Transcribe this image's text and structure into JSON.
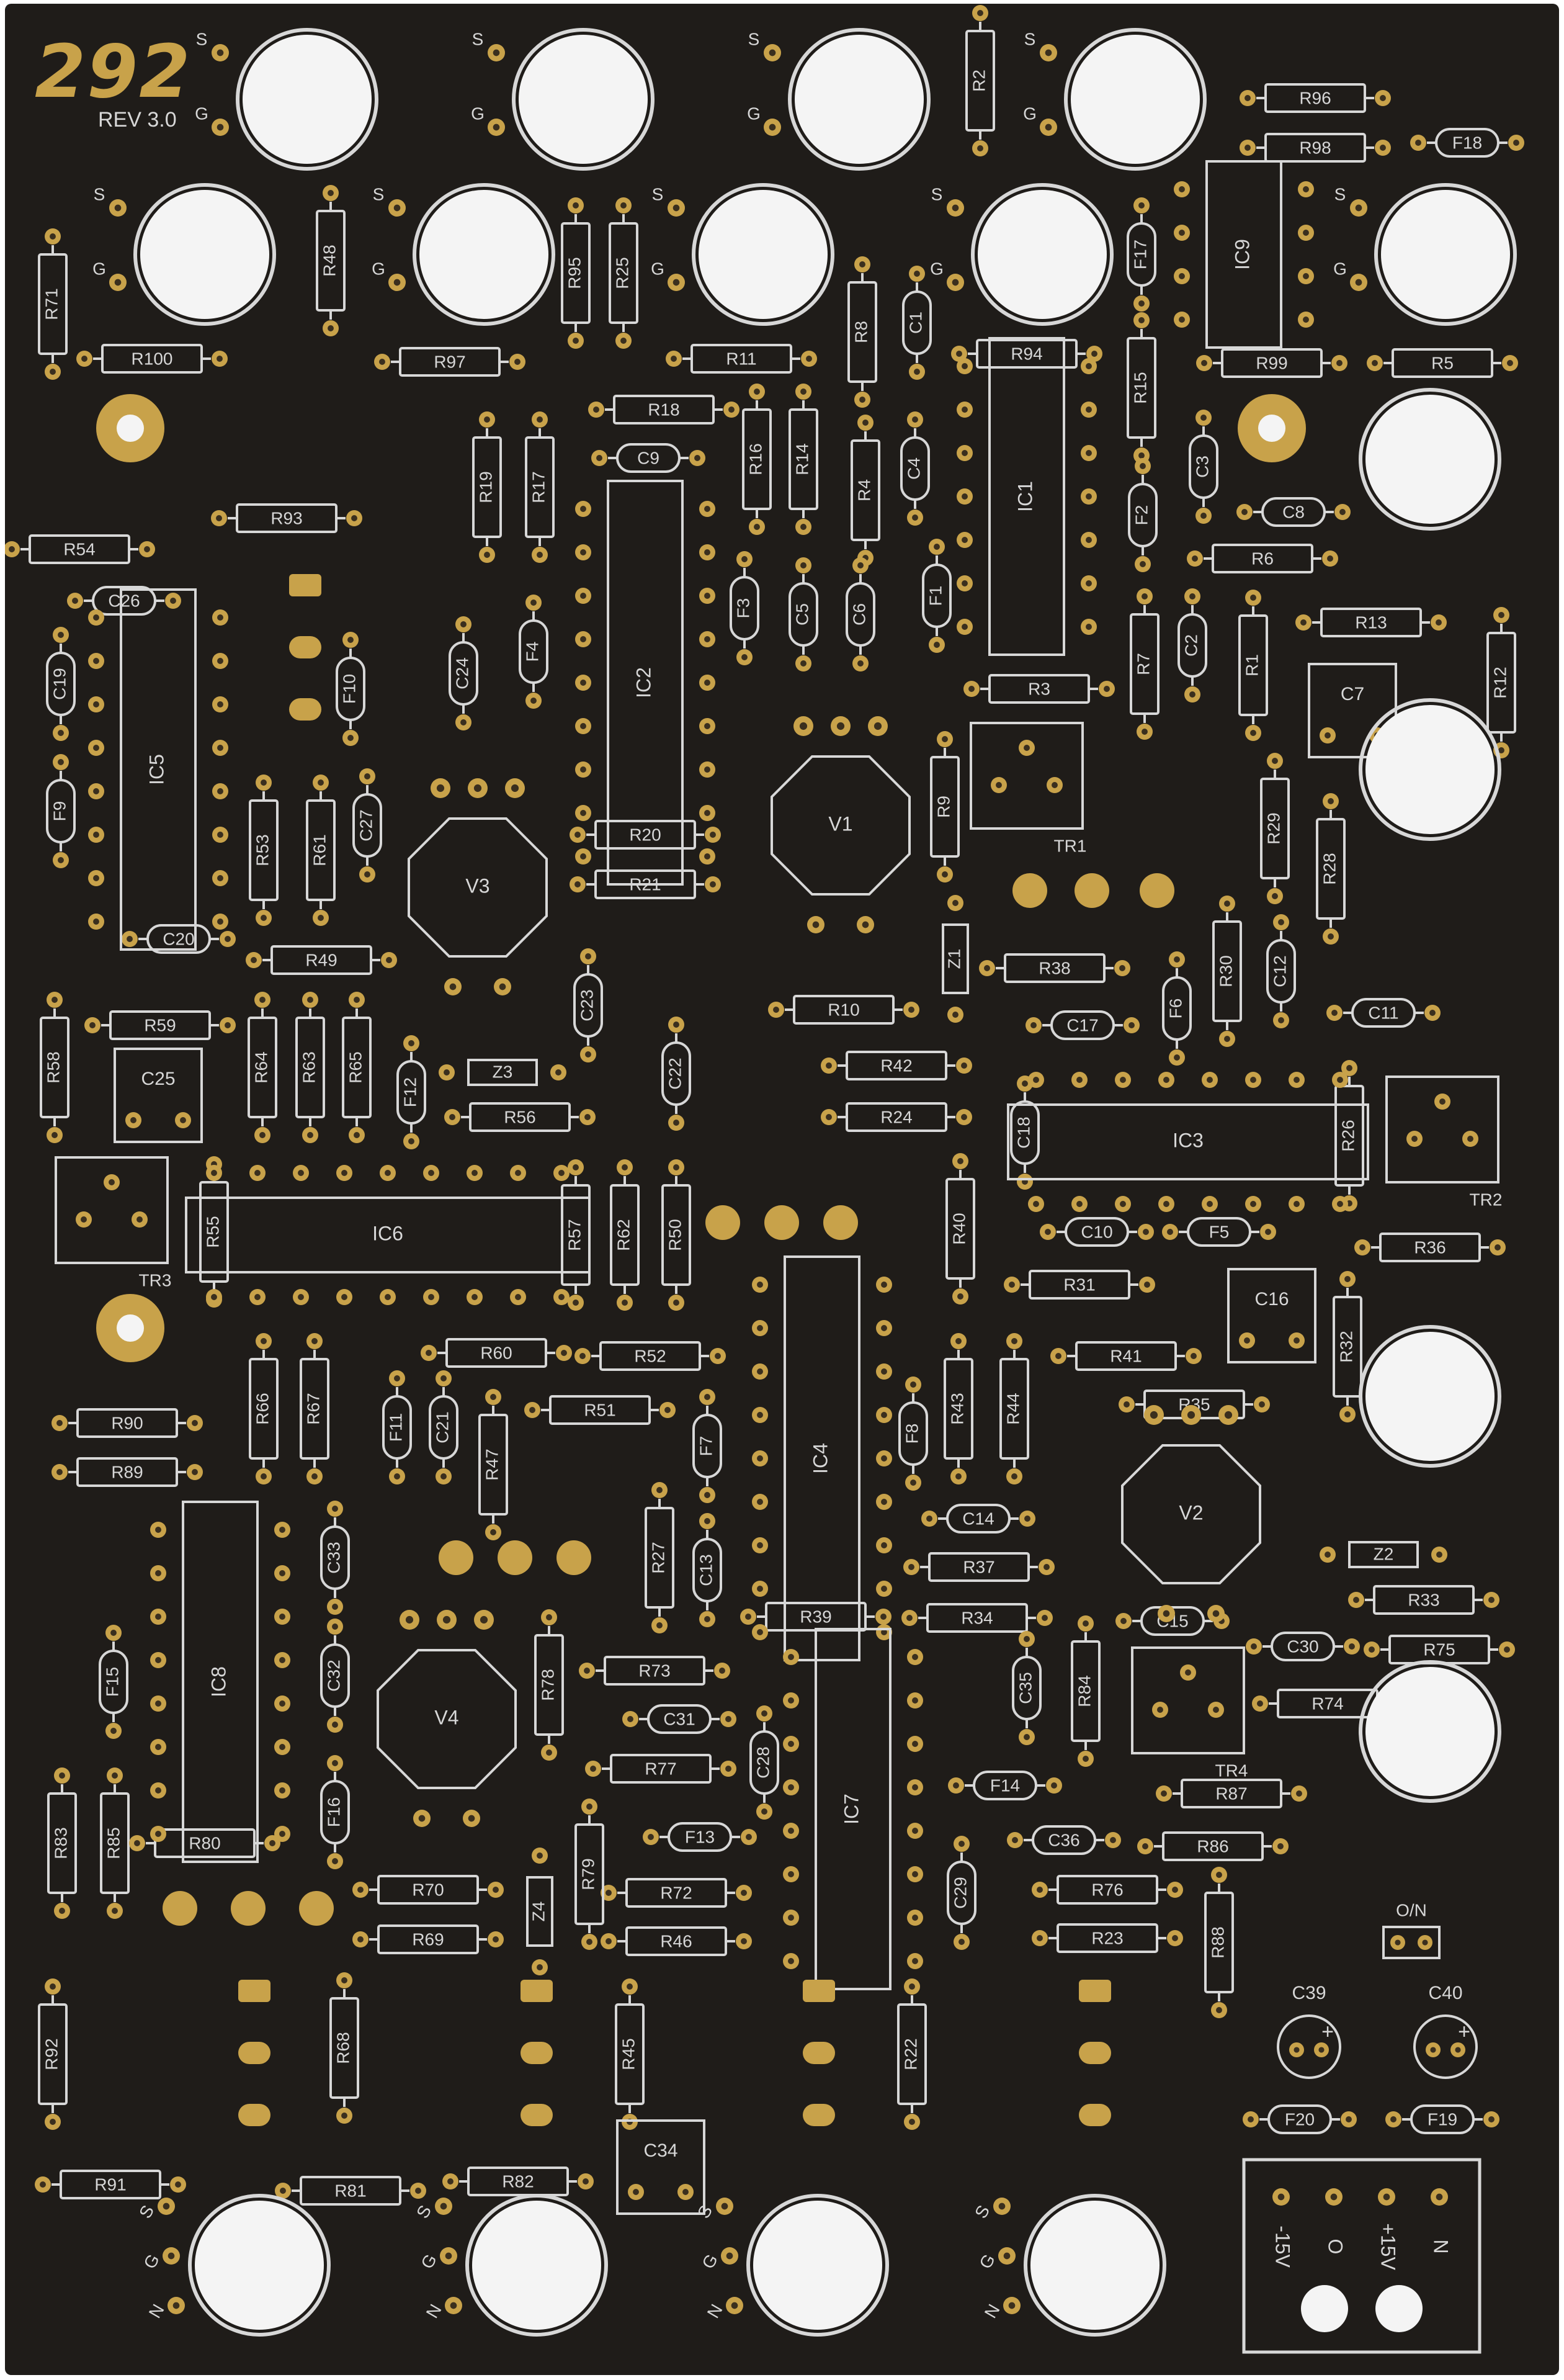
{
  "board": {
    "number": "292",
    "revision": "REV 3.0",
    "colors": {
      "solder_mask": "#1f1c19",
      "silkscreen": "#d7d7d7",
      "gold": "#c8a24a",
      "hole": "#f4f4f4"
    }
  },
  "jacks": [
    {
      "id": "J1",
      "pins": [
        "S",
        "G"
      ]
    },
    {
      "id": "J2",
      "pins": [
        "S",
        "G"
      ]
    },
    {
      "id": "J3",
      "pins": [
        "S",
        "G"
      ]
    },
    {
      "id": "J4",
      "pins": [
        "S",
        "G"
      ]
    },
    {
      "id": "J5",
      "pins": [
        "S",
        "G"
      ]
    },
    {
      "id": "J6",
      "pins": [
        "S",
        "G"
      ]
    },
    {
      "id": "J7",
      "pins": [
        "S",
        "G"
      ]
    },
    {
      "id": "J8",
      "pins": [
        "S",
        "G"
      ]
    },
    {
      "id": "J9",
      "pins": [
        "S",
        "G"
      ]
    },
    {
      "id": "J10",
      "pins": [
        "S",
        "G",
        "N"
      ]
    },
    {
      "id": "J11",
      "pins": [
        "S",
        "G",
        "N"
      ]
    },
    {
      "id": "J12",
      "pins": [
        "S",
        "G",
        "N"
      ]
    },
    {
      "id": "J13",
      "pins": [
        "S",
        "G",
        "N"
      ]
    }
  ],
  "resistors": [
    "R2",
    "R96",
    "R98",
    "R48",
    "R95",
    "R25",
    "R71",
    "R100",
    "R97",
    "R11",
    "R8",
    "R94",
    "R15",
    "R99",
    "R5",
    "R18",
    "R19",
    "R17",
    "R16",
    "R14",
    "R4",
    "R93",
    "R54",
    "R6",
    "R13",
    "R3",
    "R7",
    "R1",
    "R12",
    "R53",
    "R61",
    "R20",
    "R21",
    "R9",
    "R29",
    "R28",
    "R49",
    "R38",
    "R30",
    "R10",
    "R59",
    "R58",
    "R64",
    "R63",
    "R65",
    "R56",
    "R42",
    "R24",
    "R26",
    "R55",
    "R57",
    "R62",
    "R50",
    "R40",
    "R36",
    "R31",
    "R60",
    "R52",
    "R41",
    "R32",
    "R66",
    "R67",
    "R51",
    "R47",
    "R43",
    "R44",
    "R35",
    "R90",
    "R89",
    "R27",
    "R37",
    "R39",
    "R34",
    "R33",
    "R78",
    "R73",
    "R84",
    "R75",
    "R74",
    "R77",
    "R87",
    "R83",
    "R85",
    "R80",
    "R86",
    "R70",
    "R72",
    "R76",
    "R69",
    "R46",
    "R79",
    "R23",
    "R88",
    "R92",
    "R68",
    "R45",
    "R22",
    "R91",
    "R81",
    "R82"
  ],
  "capacitors": [
    "C1",
    "C9",
    "C4",
    "C5",
    "C6",
    "C3",
    "C8",
    "C26",
    "C19",
    "C24",
    "C7",
    "C2",
    "C27",
    "C20",
    "C12",
    "C11",
    "C23",
    "C22",
    "C17",
    "C25",
    "C18",
    "C10",
    "C16",
    "C21",
    "C14",
    "C33",
    "C13",
    "C32",
    "C31",
    "C35",
    "C15",
    "C30",
    "C28",
    "C36",
    "C29",
    "C34",
    "C39",
    "C40"
  ],
  "ferrites": [
    "F18",
    "F17",
    "F3",
    "F4",
    "F2",
    "F1",
    "F10",
    "F9",
    "F6",
    "F12",
    "F5",
    "F11",
    "F7",
    "F8",
    "F15",
    "F14",
    "F16",
    "F13",
    "F20",
    "F19"
  ],
  "ics": [
    "IC9",
    "IC1",
    "IC2",
    "IC5",
    "IC3",
    "IC6",
    "IC4",
    "IC8",
    "IC7"
  ],
  "vcas": [
    "V1",
    "V2",
    "V3",
    "V4"
  ],
  "trimmers": [
    "TR1",
    "TR2",
    "TR3",
    "TR4"
  ],
  "zeners": [
    "Z1",
    "Z2",
    "Z3",
    "Z4"
  ],
  "connector": {
    "jumper_label": "O/N",
    "power_pins": [
      "-15V",
      "O",
      "+15V",
      "N"
    ]
  }
}
